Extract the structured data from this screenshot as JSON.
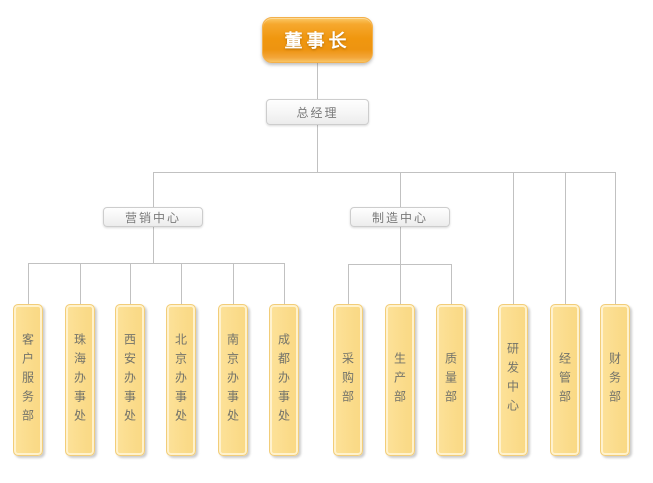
{
  "org_chart": {
    "type": "org-chart",
    "colors": {
      "root_fill": "#EE9410",
      "root_text": "#FFFFFF",
      "white_node_fill": "#F4F4F4",
      "white_node_border": "#CDCDCD",
      "white_node_text": "#7A7A7A",
      "leaf_fill": "#FBDC8C",
      "leaf_border": "#F2CD79",
      "leaf_text": "#73736A",
      "line": "#C1C1C1",
      "background": "#FFFFFF"
    },
    "root": {
      "label": "董事长",
      "children": [
        {
          "label": "总经理",
          "children": [
            {
              "label": "营销中心",
              "children": [
                {
                  "label": "客户服务部"
                },
                {
                  "label": "珠海办事处"
                },
                {
                  "label": "西安办事处"
                },
                {
                  "label": "北京办事处"
                },
                {
                  "label": "南京办事处"
                },
                {
                  "label": "成都办事处"
                }
              ]
            },
            {
              "label": "制造中心",
              "children": [
                {
                  "label": "采购部"
                },
                {
                  "label": "生产部"
                },
                {
                  "label": "质量部"
                }
              ]
            },
            {
              "label": "研发中心"
            },
            {
              "label": "经管部"
            },
            {
              "label": "财务部"
            }
          ]
        }
      ]
    }
  }
}
